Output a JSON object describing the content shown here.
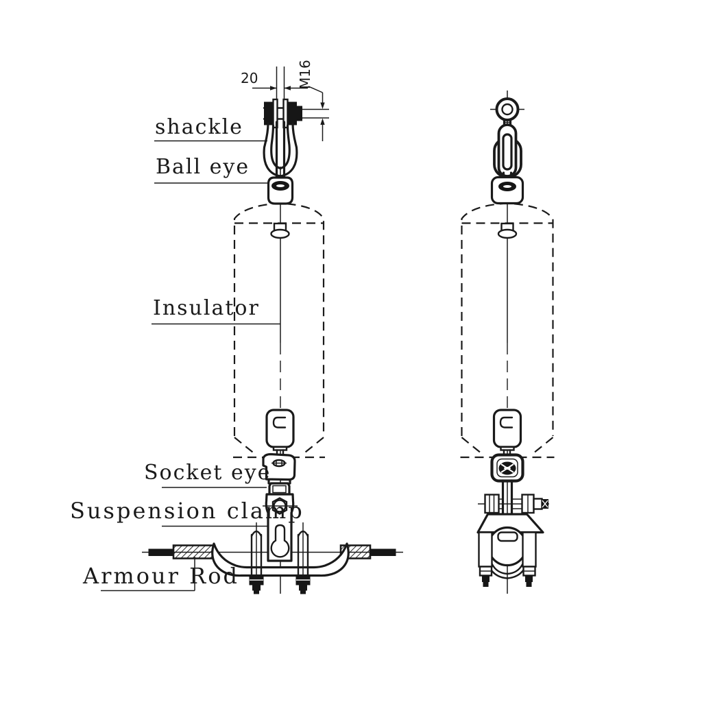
{
  "document": {
    "kind": "technical-drawing",
    "background": "#ffffff",
    "line_color": "#1a1a1a"
  },
  "labels": {
    "shackle": "shackle",
    "ball_eye": "Ball eye",
    "insulator": "Insulator",
    "socket_eye": "Socket eye",
    "suspension_clamp": "Suspension clamp",
    "armour_rod": "Armour Rod"
  },
  "dimensions": {
    "shackle_width": "20",
    "bolt_thread": "M16"
  }
}
